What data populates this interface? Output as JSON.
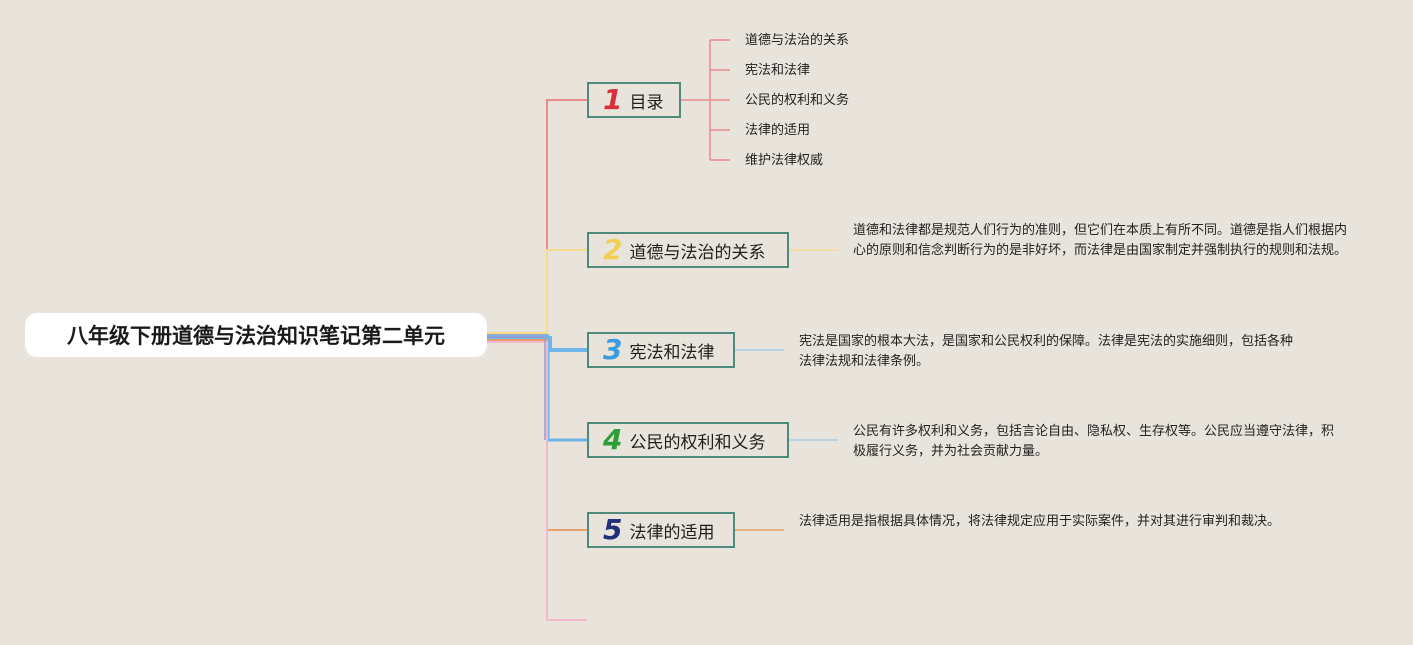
{
  "root": {
    "title": "八年级下册道德与法治知识笔记第二单元"
  },
  "branches": [
    {
      "number": "1",
      "label": "目录",
      "color": "#d6303c",
      "children": [
        "道德与法治的关系",
        "宪法和法律",
        "公民的权利和义务",
        "法律的适用",
        "维护法律权威"
      ]
    },
    {
      "number": "2",
      "label": "道德与法治的关系",
      "color": "#f2cf55",
      "description": "道德和法律都是规范人们行为的准则，但它们在本质上有所不同。道德是指人们根据内心的原则和信念判断行为的是非好坏，而法律是由国家制定并强制执行的规则和法规。"
    },
    {
      "number": "3",
      "label": "宪法和法律",
      "color": "#3b9be0",
      "description": "宪法是国家的根本大法，是国家和公民权利的保障。法律是宪法的实施细则，包括各种法律法规和法律条例。"
    },
    {
      "number": "4",
      "label": "公民的权利和义务",
      "color": "#2e9e3a",
      "description": "公民有许多权利和义务，包括言论自由、隐私权、生存权等。公民应当遵守法律，积极履行义务，并为社会贡献力量。"
    },
    {
      "number": "5",
      "label": "法律的适用",
      "color": "#1f2f7a",
      "description": "法律适用是指根据具体情况，将法律规定应用于实际案件，并对其进行审判和裁决。"
    }
  ],
  "line_colors": {
    "red": "#ec8a8f",
    "yellow": "#f5dc8c",
    "blue": "#6fb5e8",
    "blue_light": "#a9cfe6",
    "orange": "#e9a070",
    "pink": "#f3b8cc",
    "purple": "#9a9ad0"
  }
}
